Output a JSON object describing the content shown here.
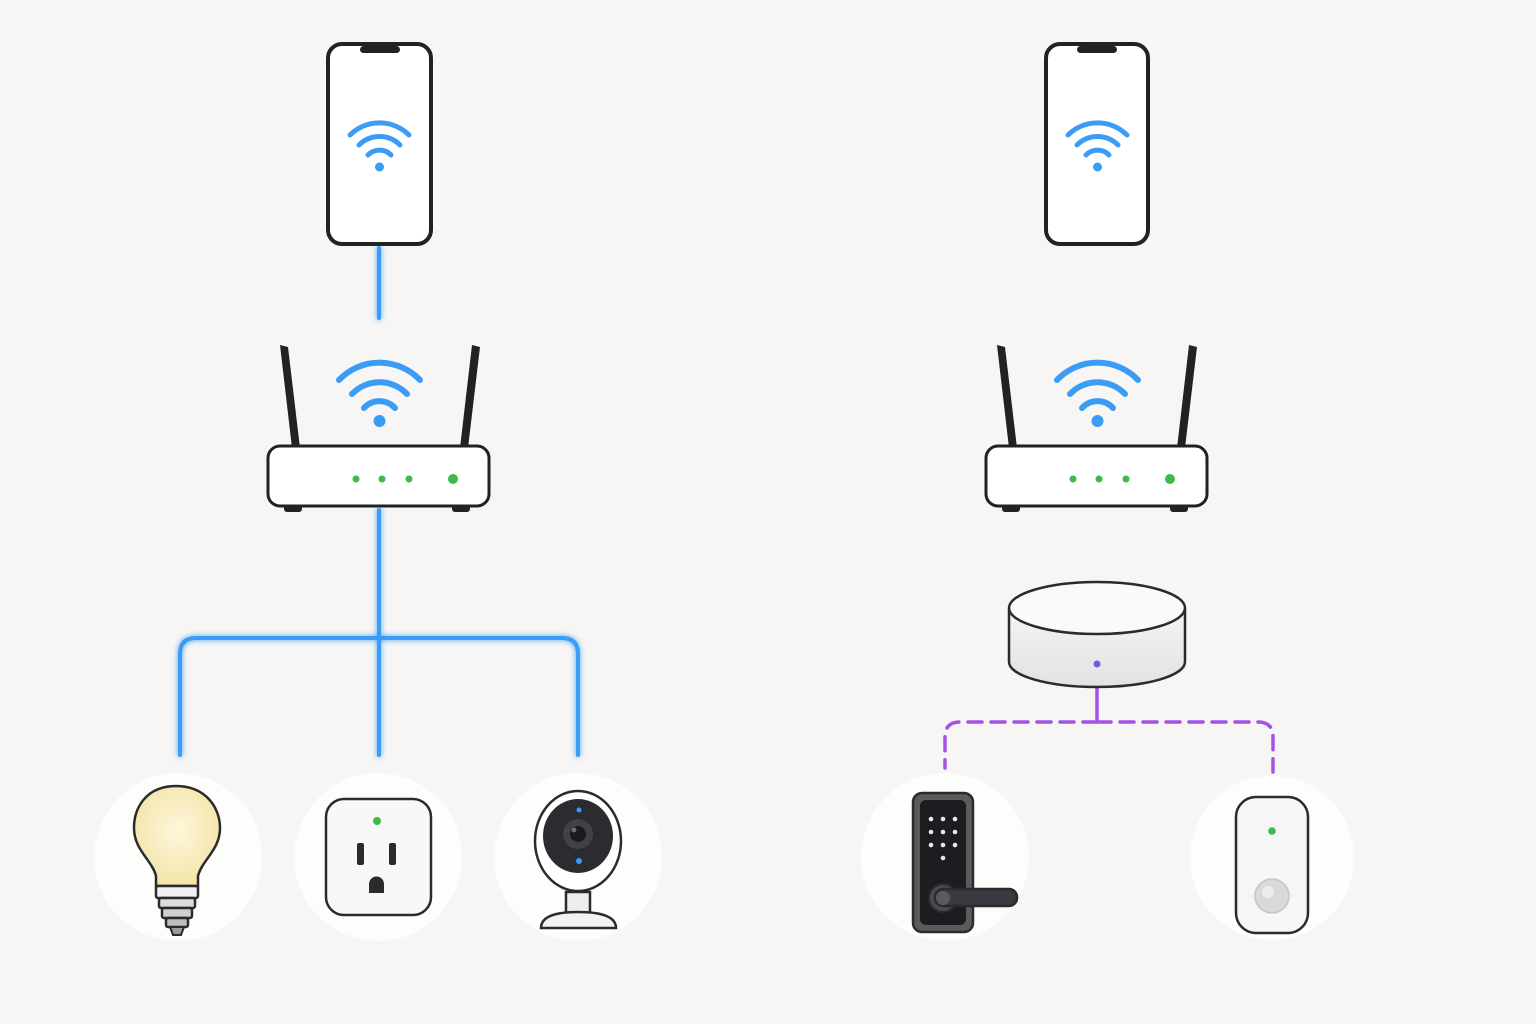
{
  "colors": {
    "background": "#f7f6f4",
    "wifi_link": "#3b9cf5",
    "hub_link": "#a452e6",
    "device_outline": "#2b2b2b",
    "status_led": "#3dbb4a",
    "hub_led": "#7a55e0",
    "bulb_glow": "#fbf2c8"
  },
  "diagrams": [
    {
      "name": "wifi-direct-setup",
      "devices": [
        {
          "name": "smart-bulb",
          "icon": "bulb-icon"
        },
        {
          "name": "smart-plug",
          "icon": "outlet-icon"
        },
        {
          "name": "security-camera",
          "icon": "camera-icon"
        }
      ],
      "connection_style": "solid"
    },
    {
      "name": "hub-based-setup",
      "devices": [
        {
          "name": "smart-lock",
          "icon": "keypad-lock-icon"
        },
        {
          "name": "motion-sensor",
          "icon": "motion-sensor-icon"
        }
      ],
      "connection_style": "dashed"
    }
  ]
}
